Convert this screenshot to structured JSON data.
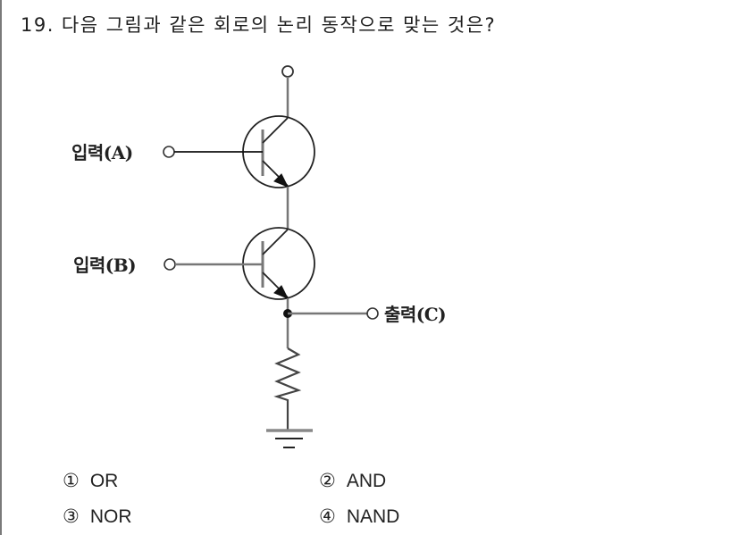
{
  "question": {
    "number": "19.",
    "text": "다음 그림과 같은 회로의 논리 동작으로 맞는 것은?"
  },
  "circuit": {
    "input_a_label": "입력(A)",
    "input_b_label": "입력(B)",
    "output_label": "출력(C)",
    "components": [
      "npn-transistor-A",
      "npn-transistor-B",
      "resistor",
      "ground"
    ],
    "line_color": "#5a5a5a"
  },
  "choices": [
    {
      "mark": "①",
      "label": "OR"
    },
    {
      "mark": "②",
      "label": "AND"
    },
    {
      "mark": "③",
      "label": "NOR"
    },
    {
      "mark": "④",
      "label": "NAND"
    }
  ]
}
